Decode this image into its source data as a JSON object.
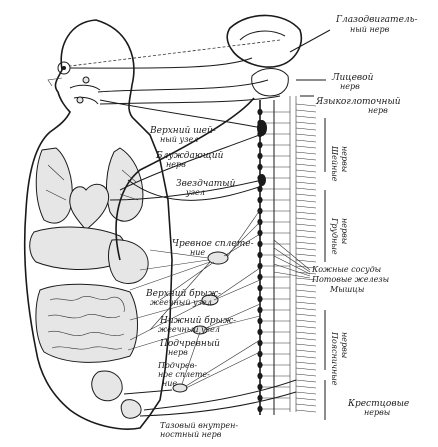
{
  "labels": {
    "oculomotor": [
      "Глазодвигатель-",
      "ный нерв"
    ],
    "facial": [
      "Лицевой",
      "нерв"
    ],
    "glossopharyngeal": [
      "Языкоглоточный",
      "нерв"
    ],
    "cervical_nerves": [
      "Шейные",
      "нервы"
    ],
    "superior_cervical": [
      "Верхний шей-",
      "ный узел"
    ],
    "vagus": [
      "Блуждающий",
      "нерв"
    ],
    "stellate": [
      "Звездчатый",
      "узел"
    ],
    "thoracic_nerves": [
      "Грудные",
      "нервы"
    ],
    "solar_plexus": [
      "Чревное сплете-",
      "ние"
    ],
    "skin_vessels": [
      "Кожные сосуды",
      "Потовые железы",
      "Мышцы"
    ],
    "superior_mesenteric": [
      "Верхний брыж-",
      "жеечный узел"
    ],
    "inferior_mesenteric": [
      "Нижний брыж-",
      "жеечный узел"
    ],
    "hypogastric_nerve": [
      "Подчревный",
      "нерв"
    ],
    "lumbar_nerves": [
      "Поясничные",
      "нервы"
    ],
    "hypogastric_plexus": [
      "Подчрев-",
      "ное сплете-",
      "ние"
    ],
    "sacral_nerves": [
      "Крестцовые",
      "нервы"
    ],
    "pelvic_nerve": [
      "Тазовый внутрен-",
      "ностный нерв"
    ]
  }
}
